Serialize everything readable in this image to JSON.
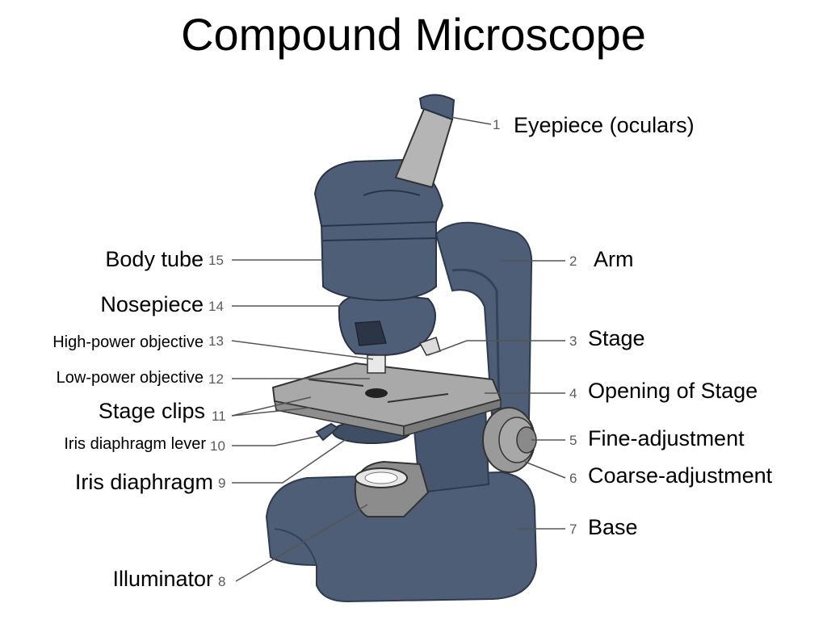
{
  "title": "Compound Microscope",
  "colors": {
    "body": "#4d5e76",
    "body_dark": "#34425a",
    "body_light": "#66778f",
    "stage_top": "#a9a9a9",
    "eyepiece": "#b5b5b5",
    "leader": "#555555"
  },
  "parts": [
    {
      "num": "1",
      "label": "Eyepiece (oculars)"
    },
    {
      "num": "2",
      "label": "Arm"
    },
    {
      "num": "3",
      "label": "Stage"
    },
    {
      "num": "4",
      "label": "Opening of Stage"
    },
    {
      "num": "5",
      "label": "Fine-adjustment"
    },
    {
      "num": "6",
      "label": "Coarse-adjustment"
    },
    {
      "num": "7",
      "label": "Base"
    },
    {
      "num": "8",
      "label": "Illuminator"
    },
    {
      "num": "9",
      "label": "Iris diaphragm"
    },
    {
      "num": "10",
      "label": "Iris diaphragm lever"
    },
    {
      "num": "11",
      "label": "Stage clips"
    },
    {
      "num": "12",
      "label": "Low-power objective"
    },
    {
      "num": "13",
      "label": "High-power objective"
    },
    {
      "num": "14",
      "label": "Nosepiece"
    },
    {
      "num": "15",
      "label": "Body tube"
    }
  ]
}
